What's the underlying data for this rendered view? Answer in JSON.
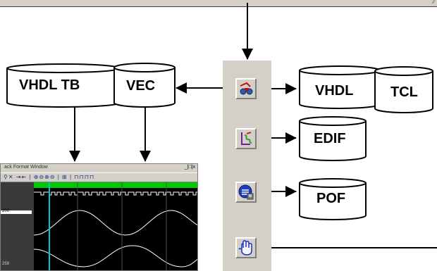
{
  "nodes": {
    "vhdl_tb": "VHDL TB",
    "vec": "VEC",
    "vhdl": "VHDL",
    "tcl": "TCL",
    "edif": "EDIF",
    "pof": "POF"
  },
  "toolbar_buttons": [
    {
      "name": "synthesis-tool-button",
      "icon": "synthesis-icon"
    },
    {
      "name": "fit-tool-button",
      "icon": "fitter-icon"
    },
    {
      "name": "program-tool-button",
      "icon": "programmer-icon"
    },
    {
      "name": "hand-tool-button",
      "icon": "hand-icon"
    }
  ],
  "waveform_window": {
    "menu": "ack  Format  Window",
    "window_controls": "_|□|x",
    "signal_value": "200",
    "signal_value_2": "259"
  },
  "colors": {
    "toolbar": "#d4d0c8",
    "window_bg": "#000000",
    "wave_green": "#00c800",
    "cursor": "#00c8c8",
    "wave_white": "#ffffff"
  }
}
